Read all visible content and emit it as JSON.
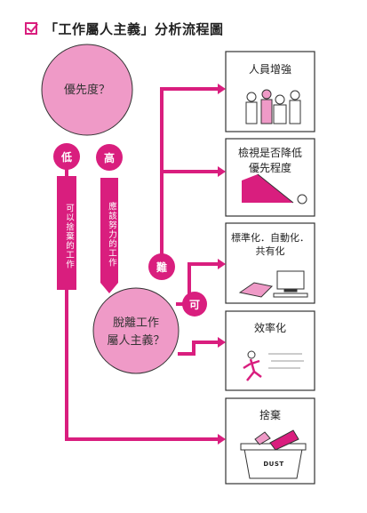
{
  "header": {
    "title": "「工作屬人主義」分析流程圖",
    "accent_color": "#d91e7e"
  },
  "nodes": {
    "priority": "優先度？",
    "escape": "脫離工作\n屬人主義？"
  },
  "branches": {
    "low": "低",
    "high": "高",
    "low_action": "可以捨棄的工作",
    "high_action": "應該努力的工作",
    "hard": "難",
    "can": "可"
  },
  "boxes": [
    {
      "label": "人員增強",
      "icon": "people-icon"
    },
    {
      "label": "檢視是否降低\n優先程度",
      "icon": "slope-ball-icon"
    },
    {
      "label": "標準化．自動化．\n共有化",
      "icon": "book-computer-icon"
    },
    {
      "label": "效率化",
      "icon": "running-person-icon"
    },
    {
      "label": "捨棄",
      "icon": "dustbin-icon"
    }
  ],
  "bin_text": "DUST"
}
